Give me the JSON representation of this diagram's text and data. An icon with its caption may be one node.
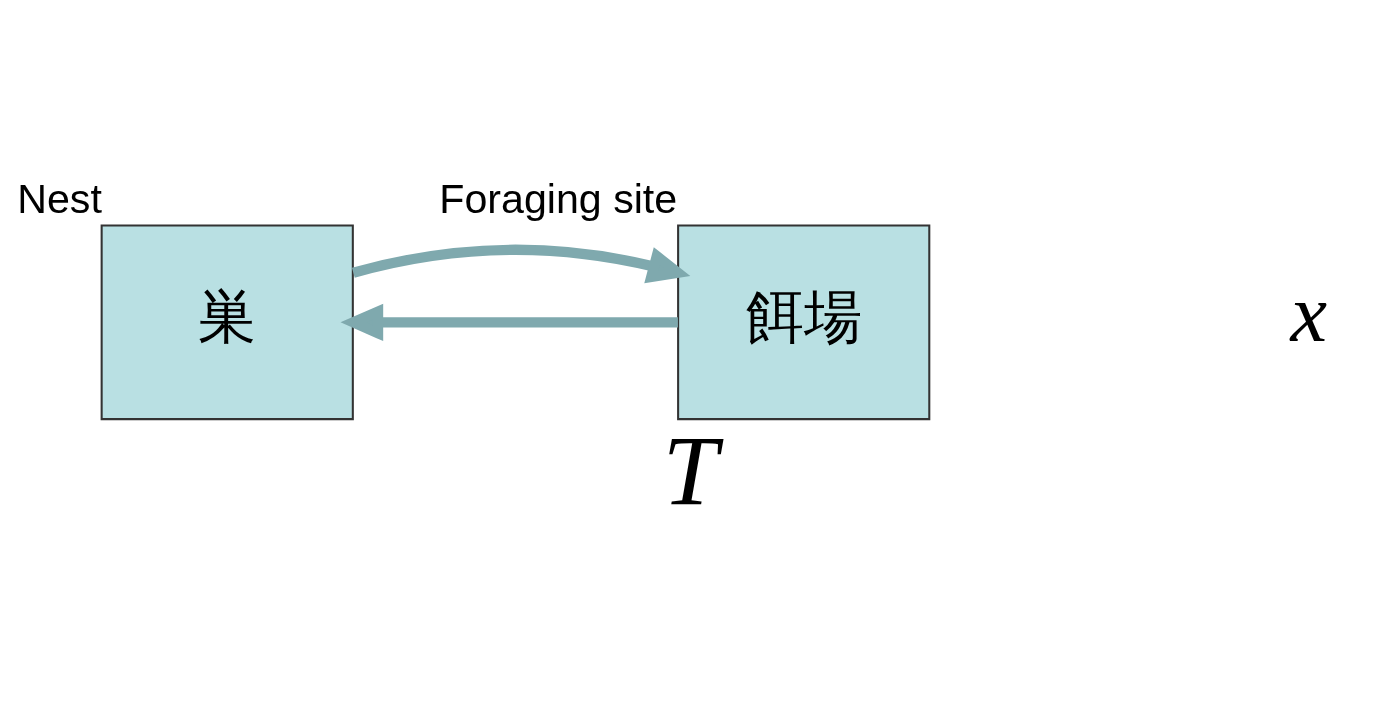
{
  "diagram": {
    "caption": "T",
    "nodes": [
      {
        "text": [
          "巣"
        ],
        "beside": [
          "Nest"
        ]
      },
      {
        "text": [
          "餌場"
        ],
        "beside": [
          "Foraging site"
        ]
      }
    ],
    "edges": [
      {
        "from": 1,
        "to": 0,
        "arrow": "to"
      },
      {
        "from": 0,
        "to": 1,
        "arrow": "to"
      }
    ],
    "labels": [
      "x"
    ]
  }
}
